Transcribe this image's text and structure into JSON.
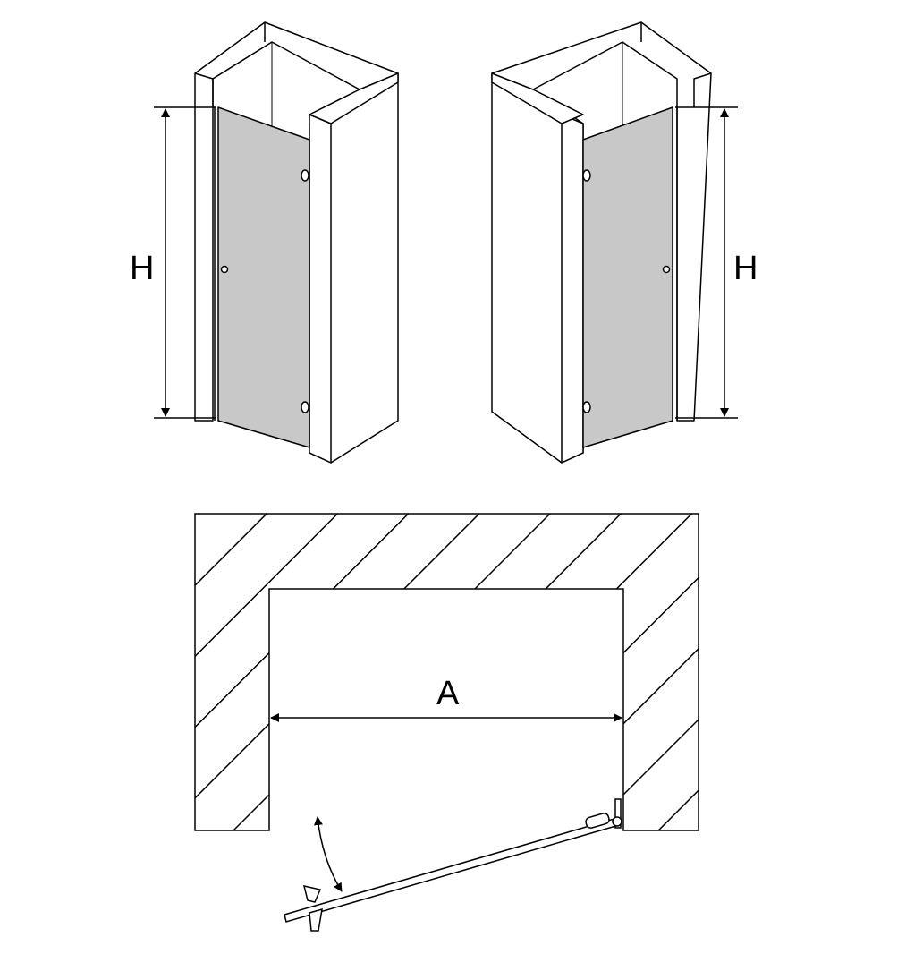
{
  "left_niche": {
    "height_label": "H"
  },
  "right_niche": {
    "height_label": "H"
  },
  "plan_view": {
    "width_label": "A"
  },
  "colors": {
    "line": "#000000",
    "glass": "#c8c8c8",
    "fill": "#ffffff"
  }
}
